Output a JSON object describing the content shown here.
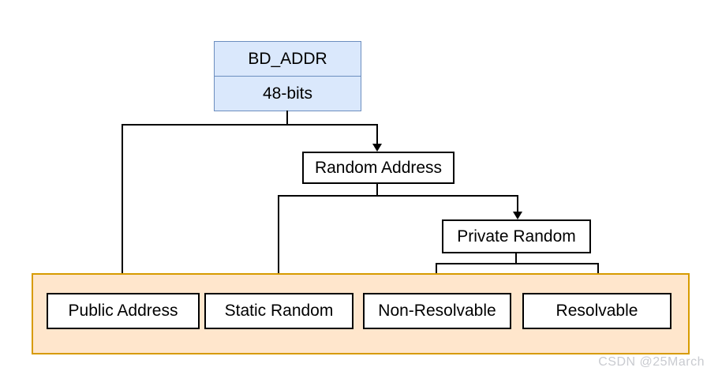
{
  "diagram": {
    "root": {
      "title": "BD_ADDR",
      "subtitle": "48-bits"
    },
    "nodes": {
      "random_address": {
        "label": "Random Address"
      },
      "private_random": {
        "label": "Private Random"
      },
      "public_address": {
        "label": "Public Address"
      },
      "static_random": {
        "label": "Static Random"
      },
      "non_resolvable": {
        "label": "Non-Resolvable"
      },
      "resolvable": {
        "label": "Resolvable"
      }
    },
    "colors": {
      "root_fill": "#dae8fc",
      "root_border": "#6c8ebf",
      "group_fill": "#ffe6cc",
      "group_border": "#d79b00",
      "node_fill": "#ffffff",
      "node_border": "#000000",
      "connector": "#000000",
      "watermark": "#c9cbd0"
    }
  },
  "watermark": {
    "text": "CSDN @25March"
  }
}
